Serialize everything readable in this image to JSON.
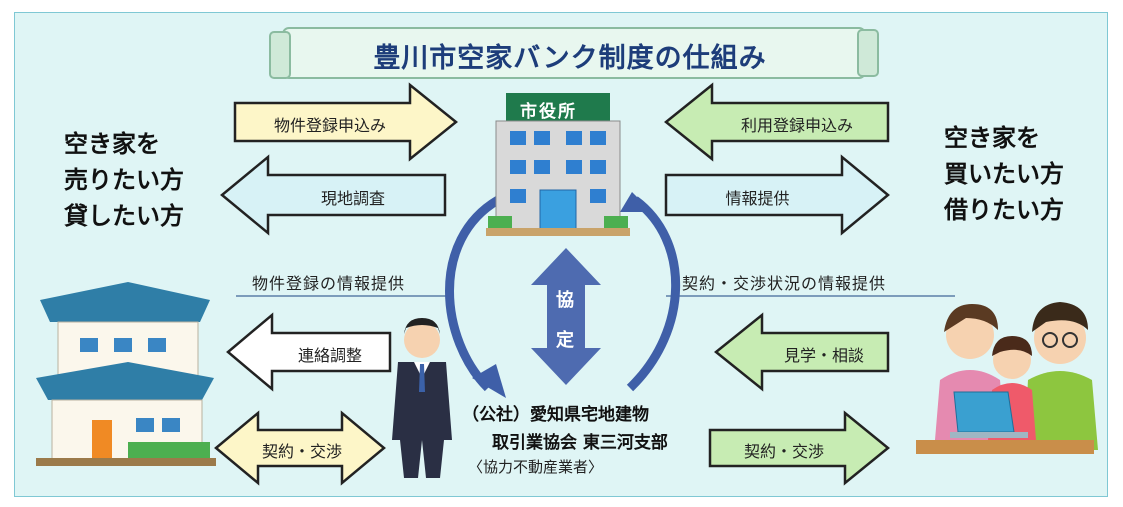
{
  "title": "豊川市空家バンク制度の仕組み",
  "city_hall_sign": "市役所",
  "left_party": [
    "空き家を",
    "売りたい方",
    "貸したい方"
  ],
  "right_party": [
    "空き家を",
    "買いたい方",
    "借りたい方"
  ],
  "arrows": {
    "property_registration": "物件登録申込み",
    "site_survey": "現地調査",
    "user_registration": "利用登録申込み",
    "info_provision": "情報提供",
    "liaison": "連絡調整",
    "contract_left": "契約・交渉",
    "visit_consult": "見学・相談",
    "contract_right": "契約・交渉"
  },
  "info_left": "物件登録の情報提供",
  "info_right": "契約・交渉状況の情報提供",
  "agreement": [
    "協",
    "定"
  ],
  "organization": {
    "line1": "（公社）愛知県宅地建物",
    "line2": "取引業協会 東三河支部",
    "note": "〈協力不動産業者〉"
  },
  "colors": {
    "panel": "#dff5f5",
    "yellow_arrow": "#fdf6c8",
    "blue_arrow": "#d7f2f6",
    "green_arrow": "#c7ecb3",
    "white_arrow": "#ffffff",
    "agreement_arrow": "#4e6bb0",
    "title_text": "#1d3d7a"
  }
}
